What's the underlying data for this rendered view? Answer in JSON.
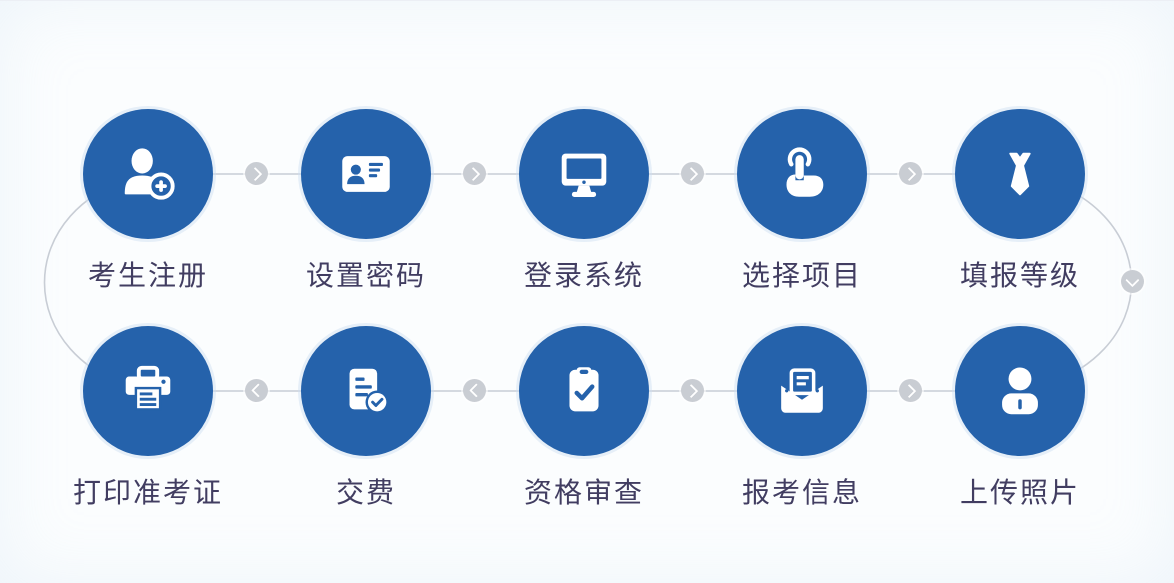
{
  "diagram": {
    "type": "process-flow",
    "background_color": "#fbfdfe",
    "node_color": "#2562ab",
    "icon_color": "#ffffff",
    "label_color": "#413d61",
    "connector_color": "#c8cdd5",
    "arrow_badge_color": "#c9cdd3",
    "steps": [
      {
        "order": 1,
        "label": "考生注册",
        "icon": "user-add-icon",
        "row": "top",
        "col": 1
      },
      {
        "order": 2,
        "label": "设置密码",
        "icon": "id-card-icon",
        "row": "top",
        "col": 2
      },
      {
        "order": 3,
        "label": "登录系统",
        "icon": "monitor-icon",
        "row": "top",
        "col": 3
      },
      {
        "order": 4,
        "label": "选择项目",
        "icon": "tap-icon",
        "row": "top",
        "col": 4
      },
      {
        "order": 5,
        "label": "填报等级",
        "icon": "tie-icon",
        "row": "top",
        "col": 5
      },
      {
        "order": 6,
        "label": "上传照片",
        "icon": "person-icon",
        "row": "bottom",
        "col": 5
      },
      {
        "order": 7,
        "label": "报考信息",
        "icon": "mail-icon",
        "row": "bottom",
        "col": 4
      },
      {
        "order": 8,
        "label": "资格审查",
        "icon": "clipboard-check-icon",
        "row": "bottom",
        "col": 3
      },
      {
        "order": 9,
        "label": "交费",
        "icon": "document-check-icon",
        "row": "bottom",
        "col": 2
      },
      {
        "order": 10,
        "label": "打印准考证",
        "icon": "printer-icon",
        "row": "bottom",
        "col": 1
      }
    ],
    "arrows": {
      "top_row": [
        "right",
        "right",
        "right",
        "right"
      ],
      "right_side": "down",
      "bottom_row": [
        "left",
        "left",
        "right",
        "right"
      ],
      "left_side": "none"
    }
  }
}
